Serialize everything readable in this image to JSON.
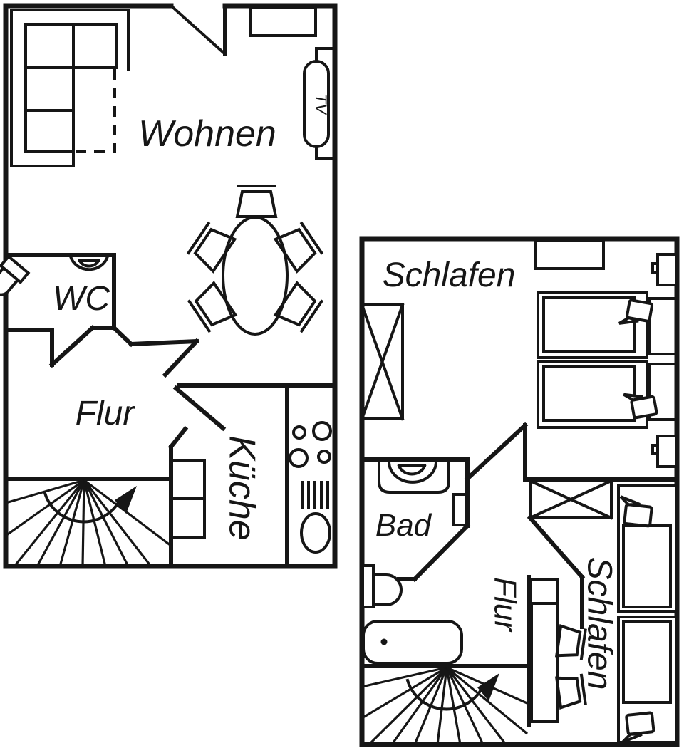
{
  "colors": {
    "ink": "#161616",
    "paper": "#ffffff"
  },
  "floor1": {
    "rooms": {
      "living": "Wohnen",
      "wc": "WC",
      "hall": "Flur",
      "kitchen": "Küche"
    },
    "tv_label": "TV"
  },
  "floor2": {
    "rooms": {
      "bedroom_top": "Schlafen",
      "bath": "Bad",
      "hall": "Flur",
      "bedroom_right": "Schlafen"
    }
  }
}
